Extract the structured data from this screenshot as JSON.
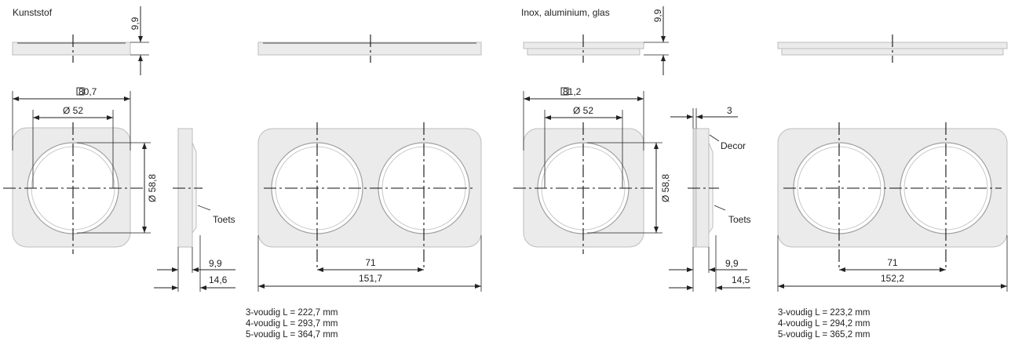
{
  "colors": {
    "frame_fill": "#ebebeb",
    "frame_edge": "#bdbdbd",
    "line": "#222222",
    "paper": "#ffffff"
  },
  "left": {
    "heading": "Kunststof",
    "top_thickness": "9,9",
    "frame_square": "□ 80,7",
    "hole_diameter": "Ø 52",
    "hole_diameter_vertical": "Ø 58,8",
    "toets_label": "Toets",
    "side_dim_inner": "9,9",
    "side_dim_outer": "14,6",
    "centre_distance": "71",
    "total_width": "151,7",
    "notes": [
      "3-voudig L = 222,7 mm",
      "4-voudig L = 293,7 mm",
      "5-voudig L = 364,7 mm"
    ]
  },
  "right": {
    "heading": "Inox, aluminium, glas",
    "top_thickness": "9,9",
    "frame_square": "□ 81,2",
    "hole_diameter": "Ø 52",
    "hole_diameter_vertical": "Ø 58,8",
    "decor_dim": "3",
    "decor_label": "Decor",
    "toets_label": "Toets",
    "side_dim_inner": "9,9",
    "side_dim_outer": "14,5",
    "centre_distance": "71",
    "total_width": "152,2",
    "notes": [
      "3-voudig L = 223,2 mm",
      "4-voudig L = 294,2 mm",
      "5-voudig L = 365,2 mm"
    ]
  }
}
